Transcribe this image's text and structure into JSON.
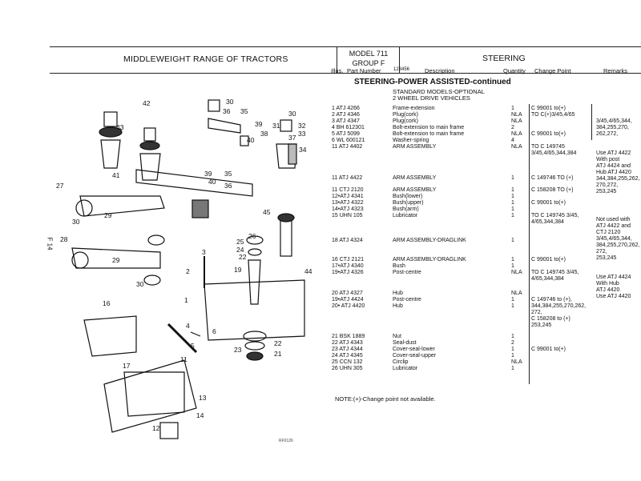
{
  "header": {
    "title": "MIDDLEWEIGHT RANGE OF TRACTORS",
    "model_line1": "MODEL 711",
    "model_line2": "GROUP F",
    "section": "STEERING"
  },
  "columns": {
    "illus": "Illus.",
    "part": "Part Number",
    "code": "123456",
    "desc": "Description",
    "qty": "Quantity",
    "change": "Change Point",
    "remarks": "Remarks"
  },
  "section_title": "STEERING-POWER ASSISTED-continued",
  "subtitle1": "STANDARD MODELS-OPTIONAL",
  "subtitle2": "2 WHEEL DRIVE VEHICLES",
  "side_label": "F 14",
  "note": "NOTE:(+)-Change point not available.",
  "stamp": "RF0126",
  "rows": [
    {
      "t": "1  ATJ  4266",
      "d": "Frame-extension",
      "q": "1",
      "c": "C 99001 to(+)"
    },
    {
      "t": "2  ATJ  4346",
      "d": "Plug(cork)",
      "q": "NLA",
      "c": "TO C(+)3/45,4/65"
    },
    {
      "t": "3  ATJ  4347",
      "d": "Plug(cork)",
      "q": "NLA",
      "c": ""
    },
    {
      "t": "4  BH 612301",
      "d": "Bolt-extension to main frame",
      "q": "2",
      "c": ""
    },
    {
      "t": "5  ATJ  5099",
      "d": "Bolt-extension to main frame",
      "q": "NLA",
      "c": "C 99001 to(+)"
    },
    {
      "t": "6  WL 600121",
      "d": "Washer-spring",
      "q": "4",
      "c": ""
    },
    {
      "t": "11 ATJ  4402",
      "d": "ARM ASSEMBLY",
      "q": "NLA",
      "c": "TO C 149745"
    },
    {
      "t": "",
      "d": "",
      "q": "",
      "c": "3/45,4/65,344,384"
    },
    {
      "t": "11 ATJ  4422",
      "d": "ARM ASSEMBLY",
      "q": "1",
      "c": "C 149746 TO (+)"
    },
    {
      "t": "11 CTJ  2120",
      "d": "ARM ASSEMBLY",
      "q": "1",
      "c": "C 158208 TO (+)"
    },
    {
      "t": "12•ATJ  4341",
      "d": "Bush(lower)",
      "q": "1",
      "c": ""
    },
    {
      "t": "13•ATJ  4322",
      "d": "Bush(upper)",
      "q": "1",
      "c": "C 99001 to(+)"
    },
    {
      "t": "14•ATJ  4323",
      "d": "Bush(arm)",
      "q": "1",
      "c": ""
    },
    {
      "t": "15 UHN  105",
      "d": "Lubricator",
      "q": "1",
      "c": "TO C 149745 3/45,"
    },
    {
      "t": "",
      "d": "",
      "q": "",
      "c": "4/65,344,384"
    },
    {
      "t": "18 ATJ  4324",
      "d": "ARM ASSEMBLY-DRAGLINK",
      "q": "1",
      "c": ""
    },
    {
      "t": "16 CTJ  2121",
      "d": "ARM ASSEMBLY-DRAGLINK",
      "q": "1",
      "c": "C 99001 to(+)"
    },
    {
      "t": "17•ATJ  4340",
      "d": "Bush",
      "q": "1",
      "c": ""
    },
    {
      "t": "19•ATJ  4326",
      "d": "Post-centre",
      "q": "NLA",
      "c": "TO C 149745 3/45,"
    },
    {
      "t": "",
      "d": "",
      "q": "",
      "c": "4/65,344,384"
    },
    {
      "t": "20 ATJ  4327",
      "d": "Hub",
      "q": "NLA",
      "c": ""
    },
    {
      "t": "19•ATJ  4424",
      "d": "Post-centre",
      "q": "1",
      "c": "C 149746 to (+),"
    },
    {
      "t": "20• ATJ  4420",
      "d": "Hub",
      "q": "1",
      "c": "344,384,255,270,262,"
    },
    {
      "t": "",
      "d": "",
      "q": "",
      "c": "272,"
    },
    {
      "t": "",
      "d": "",
      "q": "",
      "c": "C 158208 to (+)"
    },
    {
      "t": "",
      "d": "",
      "q": "",
      "c": "253,245"
    },
    {
      "t": "21 BSK  1889",
      "d": "Nut",
      "q": "1",
      "c": ""
    },
    {
      "t": "22 ATJ  4343",
      "d": "Seal-dust",
      "q": "2",
      "c": ""
    },
    {
      "t": "23 ATJ  4344",
      "d": "Cover-seal-lower",
      "q": "1",
      "c": "C 99001 to(+)"
    },
    {
      "t": "24 ATJ  4345",
      "d": "Cover-seal-upper",
      "q": "1",
      "c": ""
    },
    {
      "t": "25 CCN  132",
      "d": "Circlip",
      "q": "NLA",
      "c": ""
    },
    {
      "t": "26 UHN  305",
      "d": "Lubricator",
      "q": "1",
      "c": ""
    }
  ],
  "remarks": [
    "3/45,4/65,344,",
    "384,255,270,",
    "262,272,",
    "Use ATJ 4422",
    "With post",
    "ATJ 4424 and",
    "Hub ATJ 4420",
    "344,384,255,262,",
    "270,272,",
    "253,245",
    "Not used with",
    "ATJ 4422 and",
    "CTJ 2120",
    "3/45,4/65,344,",
    "384,255,270,262,",
    "272,",
    "253,245",
    "Use ATJ 4424",
    "With Hub",
    "ATJ 4420",
    "Use ATJ 4420"
  ],
  "diagram_labels": [
    "42",
    "43",
    "30",
    "36",
    "35",
    "39",
    "38",
    "40",
    "37",
    "30",
    "32",
    "33",
    "31",
    "34",
    "27",
    "41",
    "39",
    "40",
    "29",
    "30",
    "28",
    "29",
    "30",
    "45",
    "35",
    "36",
    "26",
    "25",
    "24",
    "22",
    "3",
    "19",
    "2",
    "44",
    "16",
    "17",
    "1",
    "4",
    "6",
    "5",
    "22",
    "21",
    "23",
    "11",
    "12",
    "14",
    "13"
  ]
}
